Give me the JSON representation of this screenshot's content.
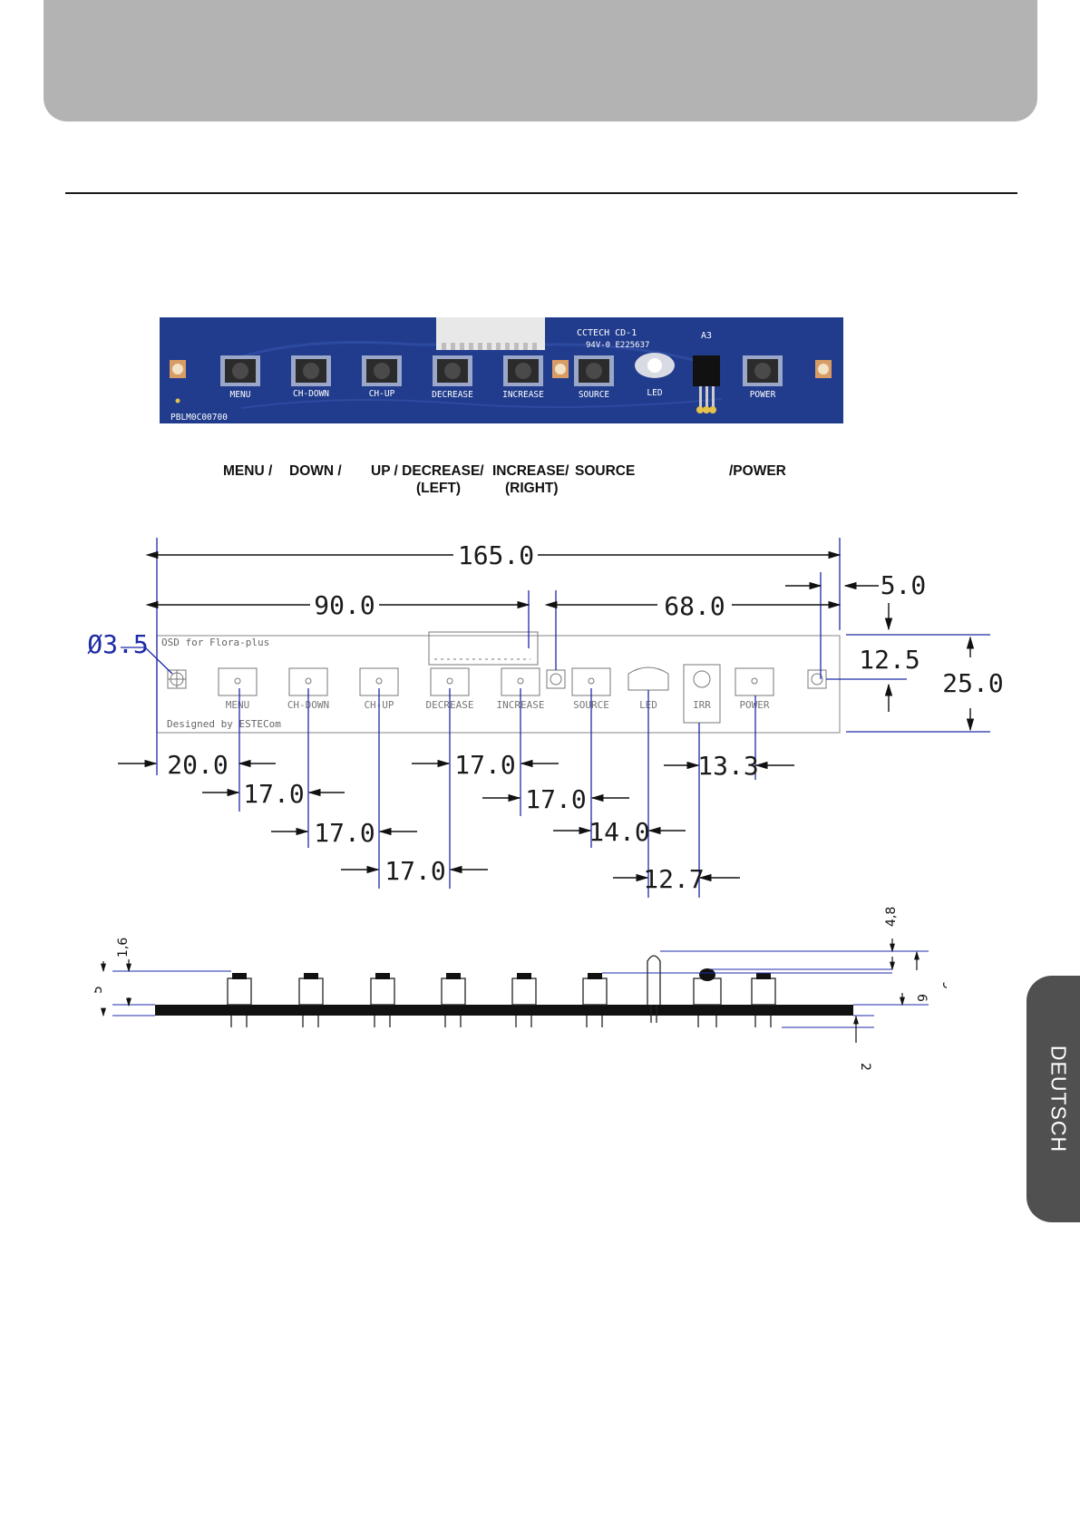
{
  "side_tab": {
    "label": "DEUTSCH"
  },
  "pcb_photo": {
    "board_color": "#213c8c",
    "silkscreen": {
      "top_right_1": "CCTECH CD-1",
      "top_right_2": "94V-0  E225637",
      "top_right_3": "A3",
      "part_no": "PBLM0C00700"
    },
    "buttons": [
      "MENU",
      "CH-DOWN",
      "CH-UP",
      "DECREASE",
      "INCREASE",
      "SOURCE",
      "POWER"
    ],
    "led_label": "LED"
  },
  "function_labels": {
    "menu": "MENU /",
    "down": "DOWN /",
    "up": "UP / DECREASE/",
    "left": "(LEFT)",
    "increase": "INCREASE/",
    "right": "(RIGHT)",
    "source": "SOURCE",
    "power": "/POWER"
  },
  "dimension_drawing": {
    "board_texts": {
      "title": "OSD for Flora-plus",
      "designer": "Designed by ESTECom"
    },
    "part_labels": [
      "MENU",
      "CH-DOWN",
      "CH-UP",
      "DECREASE",
      "INCREASE",
      "SOURCE",
      "LED",
      "IRR",
      "POWER"
    ],
    "dims": {
      "overall_width": "165.0",
      "to_connector": "90.0",
      "connector_to_hole": "68.0",
      "edge_offset": "5.0",
      "hole_diameter": "Ø3.5",
      "hole_height": "12.5",
      "board_height": "25.0",
      "first_button": "20.0",
      "spacing_a": "17.0",
      "spacing_b": "17.0",
      "spacing_c": "17.0",
      "spacing_d": "17.0",
      "spacing_e": "17.0",
      "source_to_led": "14.0",
      "led_to_irr": "12.7",
      "irr_to_power": "13.3"
    }
  },
  "side_profile": {
    "dims": {
      "board": "1,6",
      "left_height": "5",
      "led_top": "4,8",
      "irr_height": "6",
      "total": "9",
      "bottom": "2"
    }
  }
}
